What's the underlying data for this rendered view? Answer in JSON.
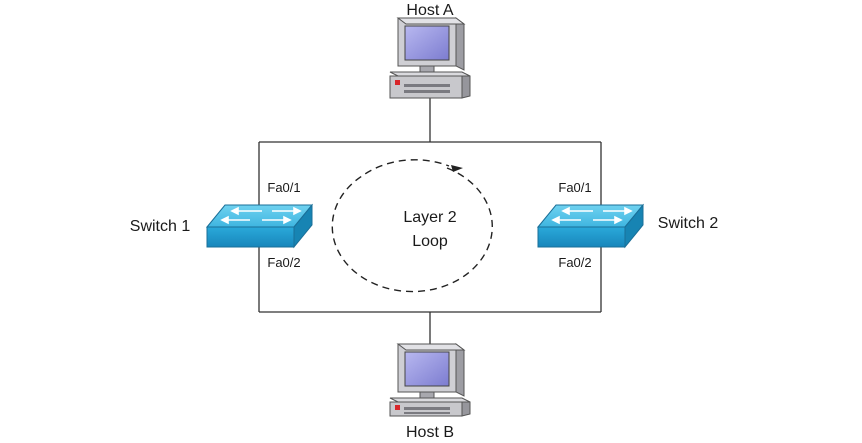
{
  "hosts": {
    "host_a": {
      "label": "Host A",
      "icon": "computer-icon"
    },
    "host_b": {
      "label": "Host B",
      "icon": "computer-icon"
    }
  },
  "switches": {
    "switch_1": {
      "label": "Switch 1",
      "icon": "network-switch-icon",
      "ports": {
        "top": "Fa0/1",
        "bottom": "Fa0/2"
      }
    },
    "switch_2": {
      "label": "Switch 2",
      "icon": "network-switch-icon",
      "ports": {
        "top": "Fa0/1",
        "bottom": "Fa0/2"
      }
    }
  },
  "loop": {
    "line1": "Layer 2",
    "line2": "Loop",
    "icon": "circular-arrow-icon"
  },
  "colors": {
    "switch_top": "#4fc3e8",
    "switch_front": "#1e9cd0",
    "switch_side": "#1784b3",
    "monitor_screen": "#9a9ae0",
    "computer_body": "#c8c8cc",
    "link": "#333333"
  }
}
